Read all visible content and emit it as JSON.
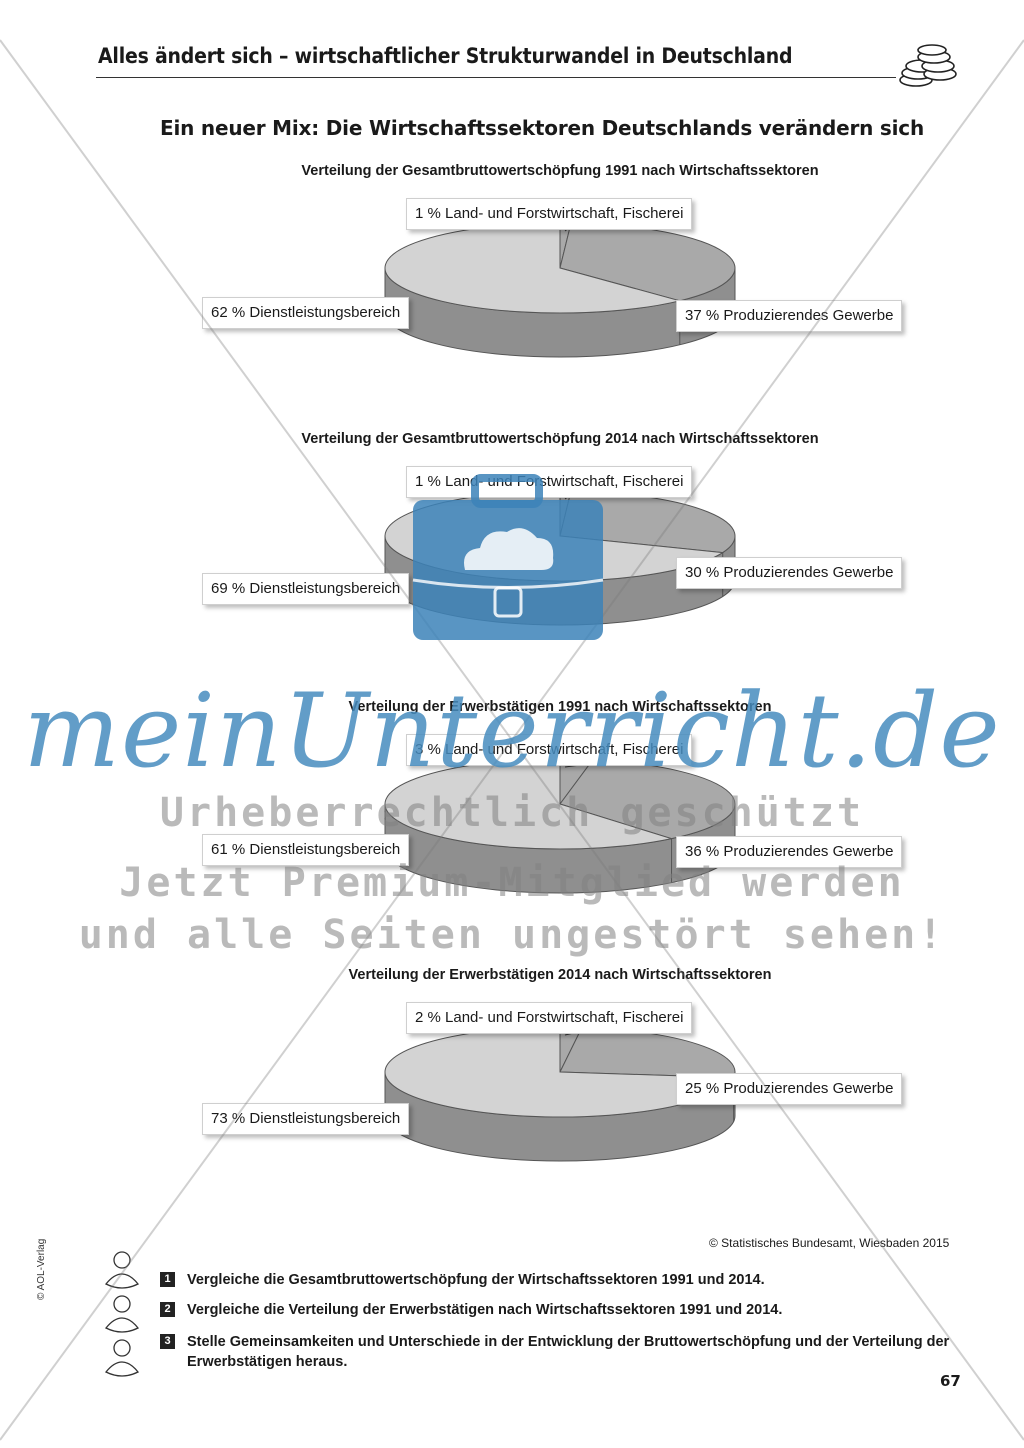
{
  "header": {
    "title": "Alles ändert sich – wirtschaftlicher Strukturwandel in Deutschland",
    "icon": "coins-icon"
  },
  "worksheet_title": "Ein neuer Mix: Die Wirtschaftssektoren Deutschlands verändern sich",
  "colors": {
    "dienstleistung_top": "#d3d3d3",
    "produzierend_top": "#a9a9a9",
    "side": "#8f8f8f",
    "outline": "#555555"
  },
  "chart_data": [
    {
      "type": "pie",
      "title": "Verteilung der Gesamtbruttowertschöpfung 1991 nach Wirtschaftssektoren",
      "categories": [
        "Land- und Forstwirtschaft, Fischerei",
        "Produzierendes Gewerbe",
        "Dienstleistungsbereich"
      ],
      "values": [
        1,
        37,
        62
      ],
      "labels": [
        "1 % Land- und Forstwirtschaft, Fischerei",
        "37 % Produzierendes Gewerbe",
        "62 % Dienstleistungsbereich"
      ]
    },
    {
      "type": "pie",
      "title": "Verteilung der Gesamtbruttowertschöpfung 2014 nach Wirtschaftssektoren",
      "categories": [
        "Land- und Forstwirtschaft, Fischerei",
        "Produzierendes Gewerbe",
        "Dienstleistungsbereich"
      ],
      "values": [
        1,
        30,
        69
      ],
      "labels": [
        "1 % Land- und Forstwirtschaft, Fischerei",
        "30 % Produzierendes Gewerbe",
        "69 % Dienstleistungsbereich"
      ]
    },
    {
      "type": "pie",
      "title": "Verteilung der Erwerbstätigen 1991 nach Wirtschaftssektoren",
      "categories": [
        "Land- und Forstwirtschaft, Fischerei",
        "Produzierendes Gewerbe",
        "Dienstleistungsbereich"
      ],
      "values": [
        3,
        36,
        61
      ],
      "labels": [
        "3 % Land- und Forstwirtschaft, Fischerei",
        "36 % Produzierendes Gewerbe",
        "61 % Dienstleistungsbereich"
      ]
    },
    {
      "type": "pie",
      "title": "Verteilung der Erwerbstätigen 2014 nach Wirtschaftssektoren",
      "categories": [
        "Land- und Forstwirtschaft, Fischerei",
        "Produzierendes Gewerbe",
        "Dienstleistungsbereich"
      ],
      "values": [
        2,
        25,
        73
      ],
      "labels": [
        "2 % Land- und Forstwirtschaft, Fischerei",
        "25 % Produzierendes Gewerbe",
        "73 % Dienstleistungsbereich"
      ]
    }
  ],
  "source_note": "© Statistisches Bundesamt, Wiesbaden 2015",
  "tasks": [
    {
      "number": "1",
      "text": "Vergleiche die Gesamtbruttowertschöpfung der Wirtschaftssektoren 1991 und 2014."
    },
    {
      "number": "2",
      "text": "Vergleiche die Verteilung der Erwerbstätigen nach Wirtschaftssektoren 1991 und 2014."
    },
    {
      "number": "3",
      "text": "Stelle Gemeinsamkeiten und Unterschiede in der Entwicklung der Bruttowertschöpfung und der Verteilung der Erwerbstätigen heraus."
    }
  ],
  "publisher_credit": "© AOL-Verlag",
  "page_number": "67",
  "watermark": {
    "brand": "meinUnterricht.de",
    "line1": "Urheberrechtlich geschützt",
    "line2": "Jetzt Premium-Mitglied werden",
    "line3": "und alle Seiten ungestört sehen!",
    "icon": "briefcase-cloud-icon"
  }
}
